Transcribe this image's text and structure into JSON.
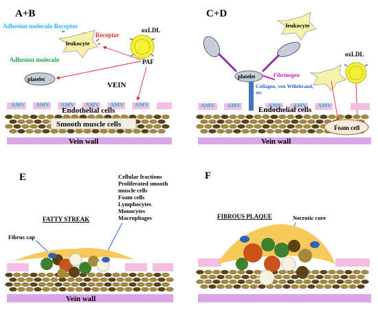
{
  "panels": {
    "ab": {
      "label": "A+B",
      "adhesion_receptor": "Adhesion molecule Receptor",
      "paf_receptor": "PAF Receptor",
      "oxldl": "oxLDL",
      "leukocyte": "leukocyte",
      "adhesion_molecule": "Adhesion molecule",
      "paf": "PAF",
      "platelet": "platelet",
      "vein": "VEIN",
      "endothelial": "Endothelial cells",
      "smooth_muscle": "Smooth muscle cells",
      "vein_wall": "Vein wall"
    },
    "cd": {
      "label": "C+D",
      "leukocyte": "leukocyte",
      "platelet": "platelet",
      "fibrinogen": "Fibrinogen",
      "collagen_line1": "Collagen, von Willebrand,",
      "collagen_line2": "etc",
      "oxldl": "oxLDL",
      "endothelial": "Endothelial cells",
      "foam_cell": "Foam cell",
      "vein_wall": "Vein wall"
    },
    "e": {
      "label": "E",
      "cellular_fractions": [
        "Cellular fractions",
        "Proliferated smooth",
        "muscle cells",
        "Foam cells",
        "Lymphocytes",
        "Monocytes",
        "Macrophages"
      ],
      "fatty_streak": "FATTY STREAK",
      "fibrus_cap": "Fibrus cap",
      "vein_wall": "Vein wall"
    },
    "f": {
      "label": "F",
      "fibrous_plaque": "FIBROUS PLAQUE",
      "necrotic_core": "Necrotic core"
    }
  },
  "marker_text": "AMV",
  "colors": {
    "cyan_label": "#27b5e6",
    "red_label": "#e8262b",
    "green_label": "#18a84a",
    "magenta_label": "#d21bc9",
    "blue_label": "#2460c8",
    "endothelium_pink": "#f3bfe4",
    "vein_wall_purple": "#d9a6e6",
    "smc_brown": "#a68a3c",
    "smc_dark": "#5a4216",
    "cap_yellow": "#f6c95a",
    "leukocyte_yellow": "#f7f2a9",
    "oxldl_yellow": "#f3f036",
    "platelet_grey": "#c6ccd8",
    "collagen_blue": "#4673c4",
    "marker_cyan": "#19b3c4",
    "marker_red": "#d8141e",
    "lipid_orange": "#c9541b",
    "cell_green": "#3f7f30",
    "cell_blue": "#2f63b8",
    "cell_cream": "#f6f3dc"
  }
}
